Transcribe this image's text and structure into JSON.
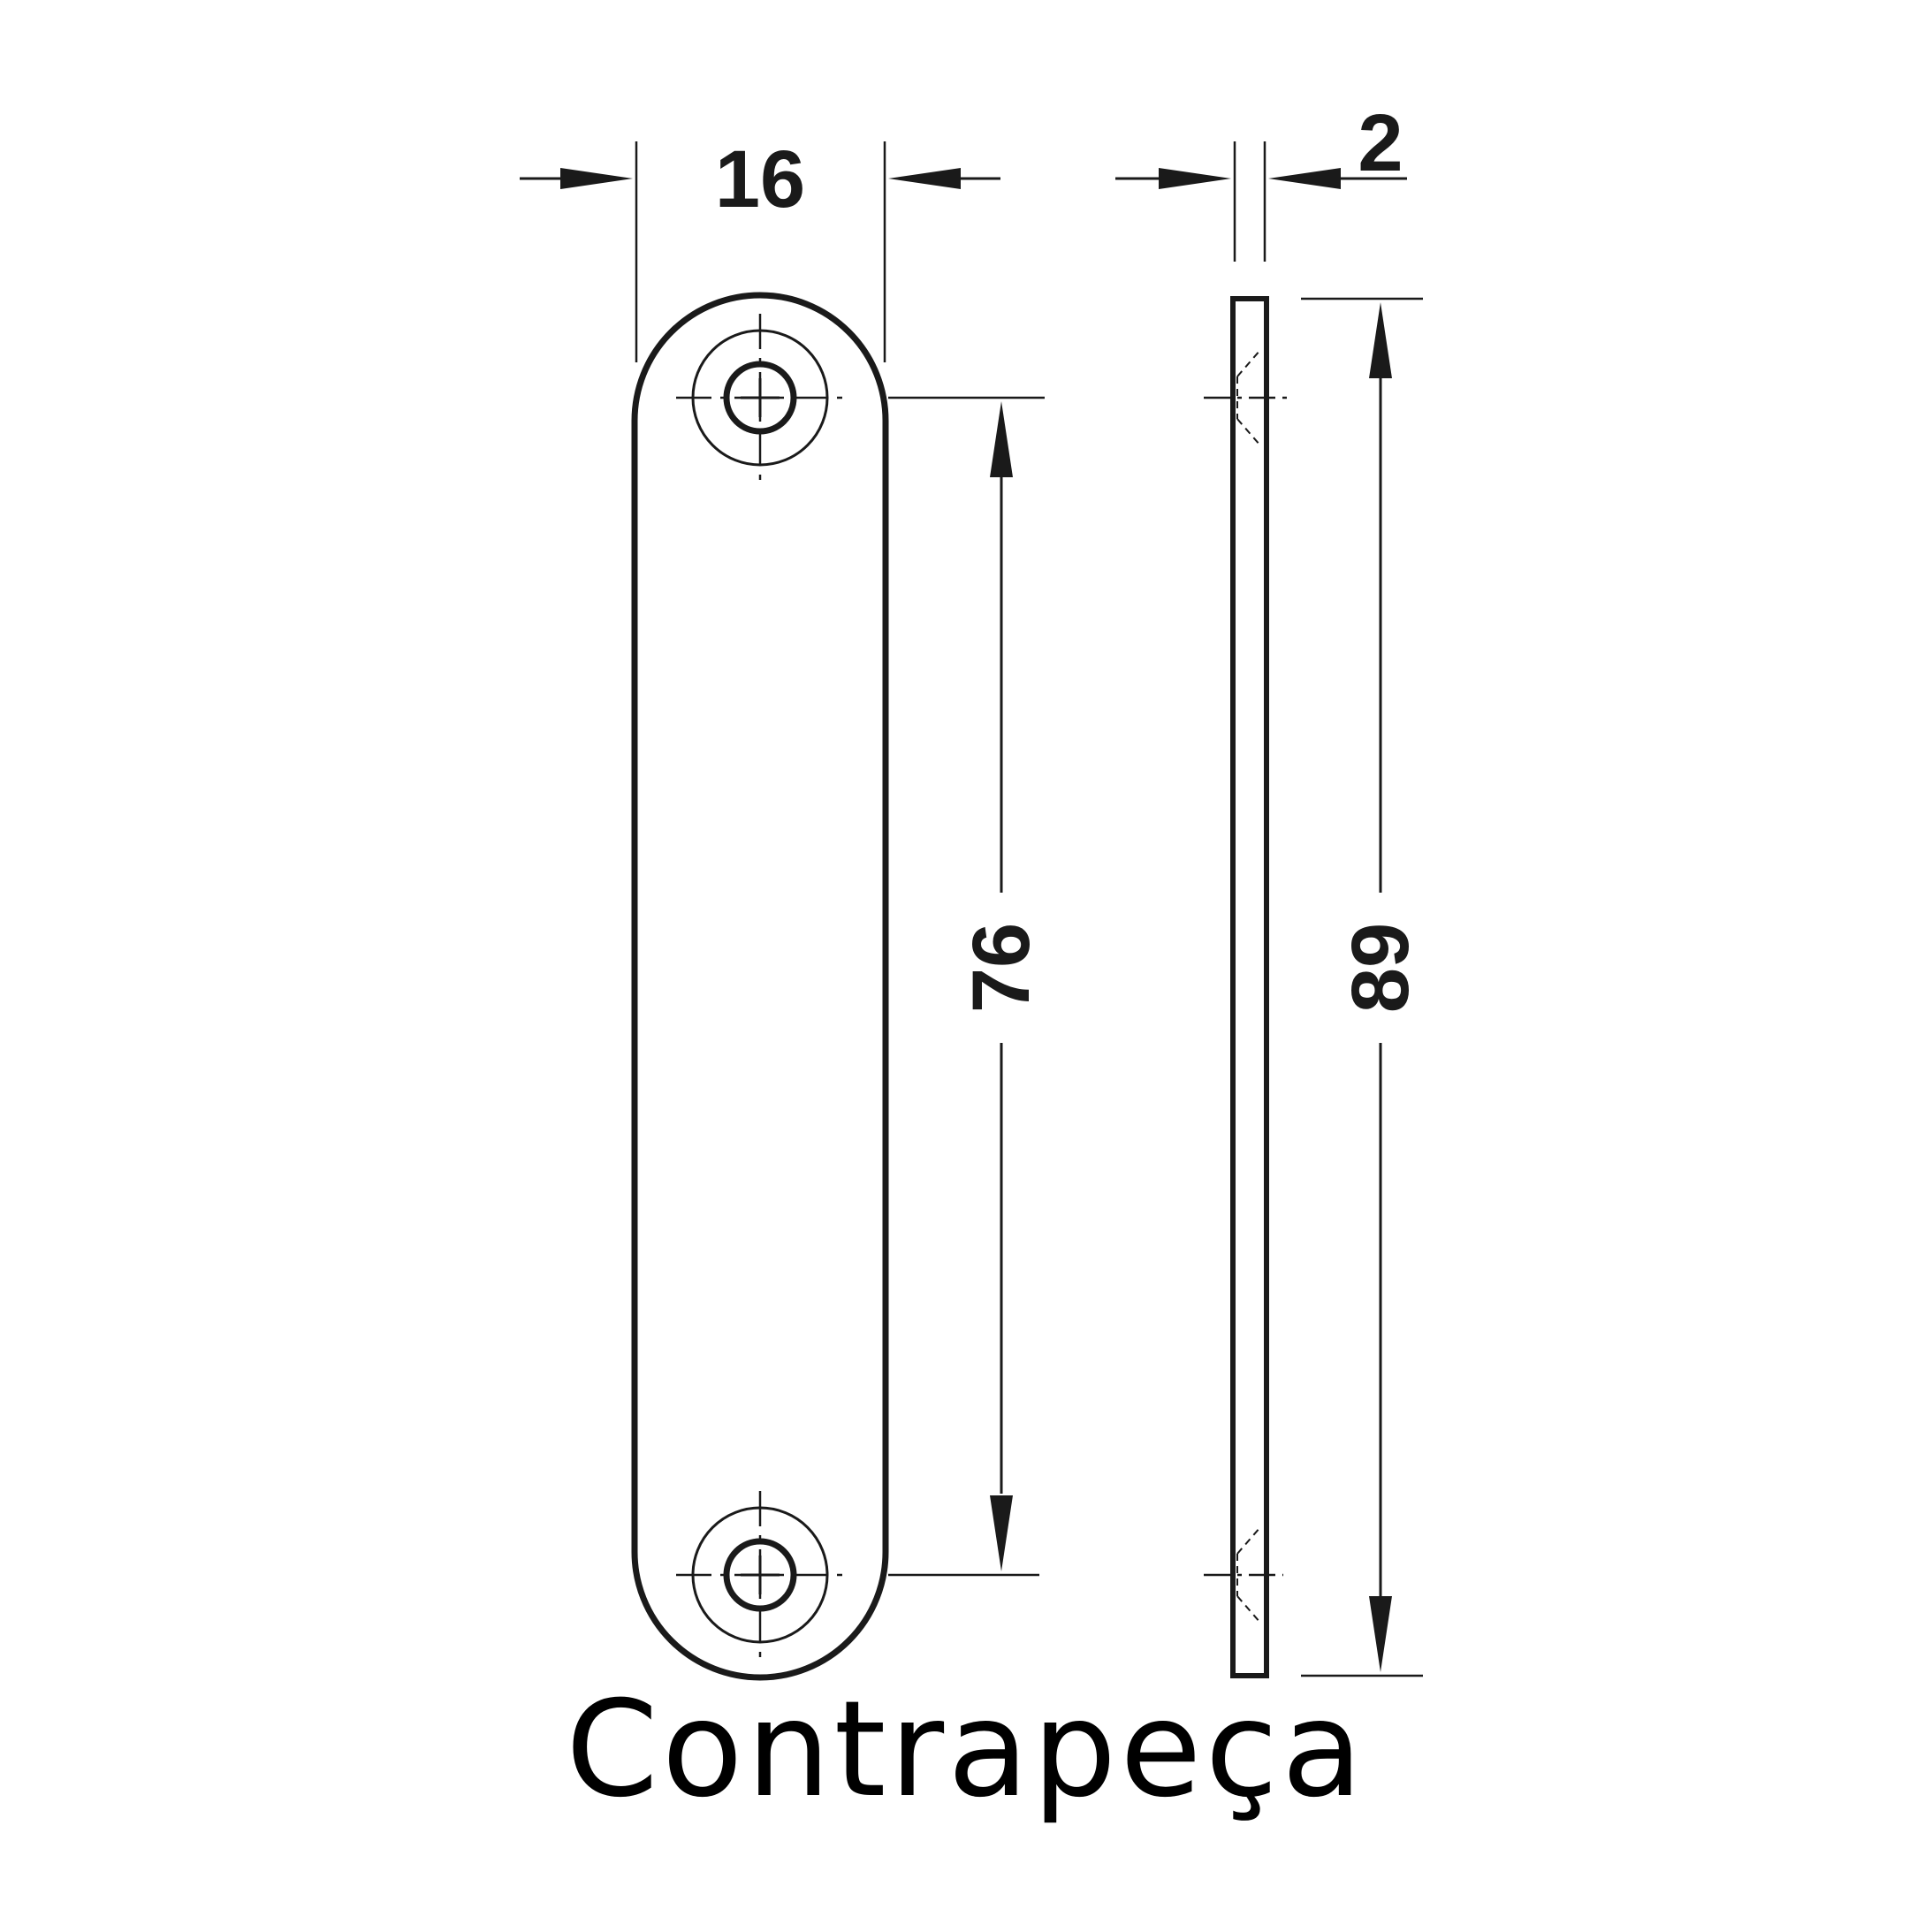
{
  "dimensions": {
    "width": "16",
    "thickness": "2",
    "hole_spacing": "76",
    "length": "89"
  },
  "caption": "Contrapeça",
  "colors": {
    "line": "#1a1a1a",
    "background": "#ffffff"
  }
}
